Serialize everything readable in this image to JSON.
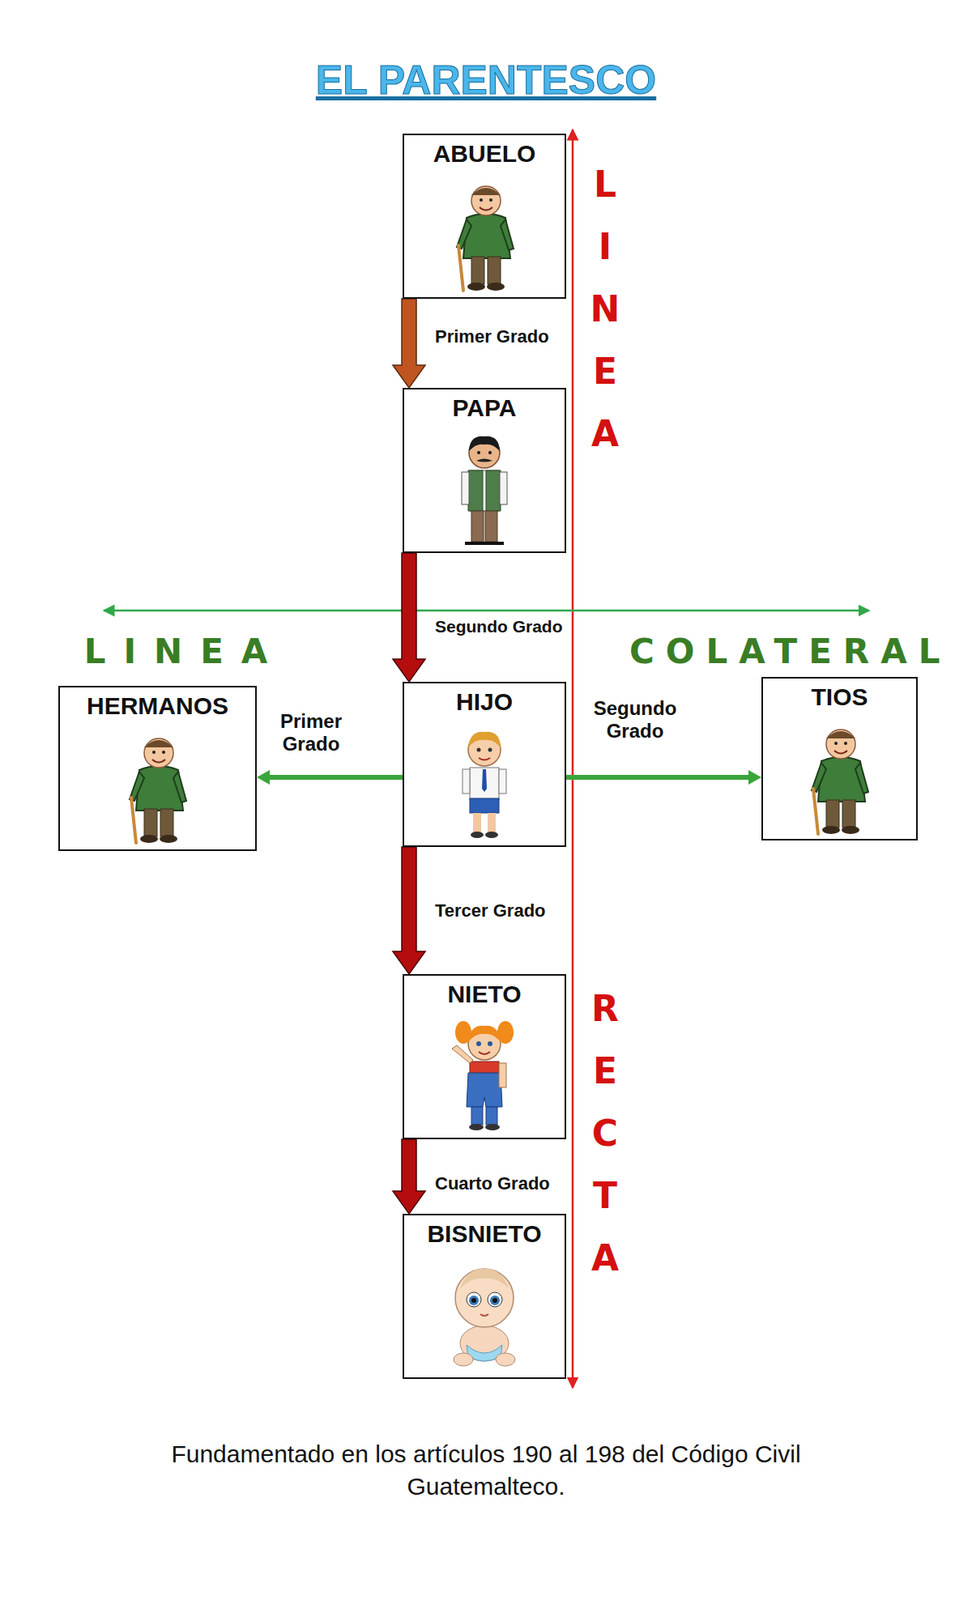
{
  "diagram": {
    "title": "EL PARENTESCO",
    "caption": "Fundamentado en los artículos 190 al 198 del Código Civil Guatemalteco.",
    "nodes": [
      {
        "text": [
          "ABUELO"
        ]
      },
      {
        "text": [
          "PAPA"
        ]
      },
      {
        "text": [
          "HERMANOS"
        ]
      },
      {
        "text": [
          "HIJO"
        ]
      },
      {
        "text": [
          "TIOS"
        ]
      },
      {
        "text": [
          "NIETO"
        ]
      },
      {
        "text": [
          "BISNIETO"
        ]
      }
    ],
    "edges": [
      {
        "from": 0,
        "to": 1,
        "label": "Primer Grado",
        "arrow": "to"
      },
      {
        "from": 1,
        "to": 3,
        "label": "Segundo Grado",
        "arrow": "to"
      },
      {
        "from": 3,
        "to": 2,
        "label": "Primer Grado",
        "arrow": "to"
      },
      {
        "from": 3,
        "to": 4,
        "label": "Segundo Grado",
        "arrow": "to"
      },
      {
        "from": 3,
        "to": 5,
        "label": "Tercer Grado",
        "arrow": "to"
      },
      {
        "from": 5,
        "to": 6,
        "label": "Cuarto Grado",
        "arrow": "to"
      }
    ],
    "labels": [
      "LINEA",
      "RECTA",
      "LINEA",
      "COLATERAL"
    ]
  }
}
